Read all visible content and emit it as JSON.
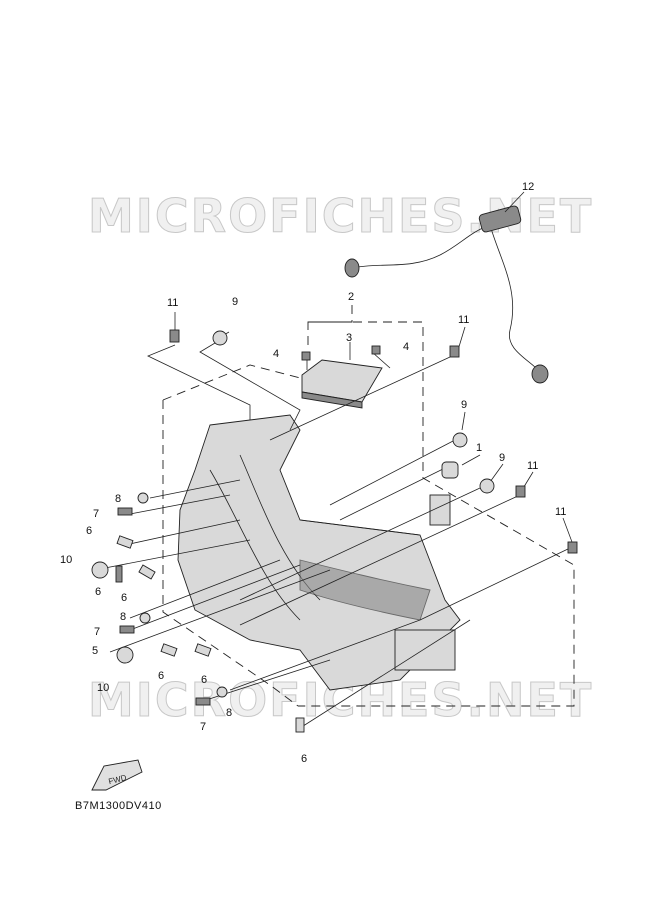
{
  "watermarks": [
    "MICROFICHES.NET",
    "MICROFICHES.NET"
  ],
  "callouts": {
    "c12": "12",
    "c2": "2",
    "c3": "3",
    "c4a": "4",
    "c4b": "4",
    "c11a": "11",
    "c11b": "11",
    "c11c": "11",
    "c11d": "11",
    "c9a": "9",
    "c9b": "9",
    "c9c": "9",
    "c1": "1",
    "c8a": "8",
    "c8b": "8",
    "c8c": "8",
    "c7a": "7",
    "c7b": "7",
    "c7c": "7",
    "c6a": "6",
    "c6b": "6",
    "c6c": "6",
    "c6d": "6",
    "c6e": "6",
    "c10a": "10",
    "c10b": "10",
    "c5": "5"
  },
  "fwd_label": "FWD",
  "diagram_code": "B7M1300DV410",
  "colors": {
    "line": "#222222",
    "part_fill": "#d9d9d9",
    "watermark": "#c8c8c8"
  }
}
